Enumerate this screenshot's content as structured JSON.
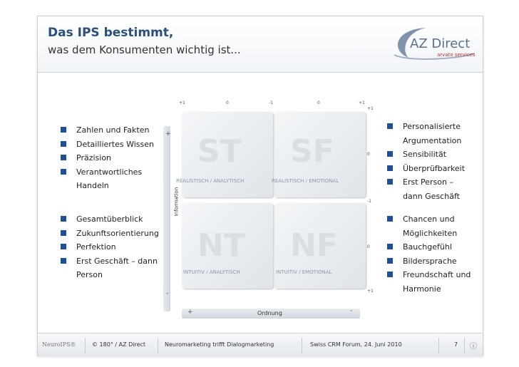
{
  "header": {
    "title_line1": "Das IPS bestimmt,",
    "title_line2": "was dem Konsumenten wichtig ist...",
    "logo_text": "AZ Direct",
    "logo_sub": "arvato services"
  },
  "left_top": [
    "Zahlen und Fakten",
    "Detailliertes Wissen",
    "Präzision",
    "Verantwortliches",
    "Handeln"
  ],
  "left_bottom": [
    "Gesamtüberblick",
    "Zukunftsorientierung",
    "Perfektion",
    "Erst Geschäft  – dann",
    "Person"
  ],
  "right_top": [
    "Personalisierte",
    "Argumentation",
    "Sensibilität",
    "Überprüfbarkeit",
    "Erst Person –",
    "dann Geschäft"
  ],
  "right_bottom": [
    "Chancen und",
    "Möglichkeiten",
    "Bauchgefühl",
    "Bildersprache",
    "Freundschaft und",
    "Harmonie"
  ],
  "diagram": {
    "q1": "ST",
    "q2": "SF",
    "q3": "NT",
    "q4": "NF",
    "l1": "REALISTISCH / ANALYTISCH",
    "l2": "REALISTISCH / EMOTIONAL",
    "l3": "INTUITIV / ANALYTISCH",
    "l4": "INTUITIV / EMOTIONAL",
    "vaxis": "Information",
    "haxis": "Ordnung",
    "top_ticks": [
      "+1",
      "0",
      "-1",
      "0",
      "+1"
    ],
    "right_ticks": [
      "+1",
      "0",
      "-1",
      "0",
      "+1"
    ],
    "plus": "+",
    "minus": "-"
  },
  "footer": {
    "brand": "NeuroIPS®",
    "copy": "© 180° / AZ Direct",
    "topic": "Neuromarketing trifft Dialogmarketing",
    "event": "Swiss CRM Forum,  24. Juni 2010",
    "page": "7",
    "info": "ⓘ"
  }
}
